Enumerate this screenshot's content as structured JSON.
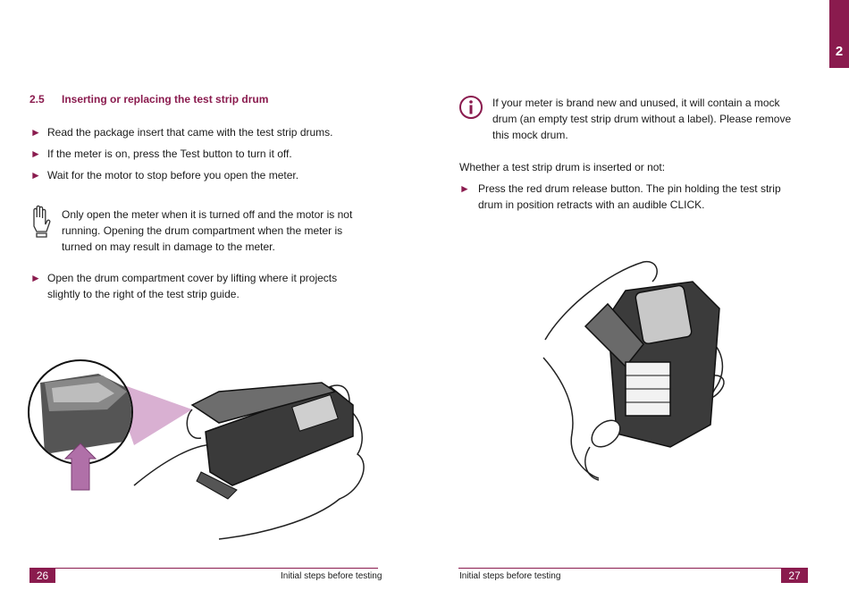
{
  "tab_number": "2",
  "left": {
    "section_number": "2.5",
    "section_title": "Inserting or replacing the test strip drum",
    "bullets": [
      "Read the package insert that came with the test strip drums.",
      "If the meter is on, press the Test button to turn it off.",
      "Wait for the motor to stop before you open the meter."
    ],
    "caution": [
      "Only open the meter when it is turned off and the motor is not",
      "running. Opening the drum compartment when the meter is",
      "turned on may result in damage to the meter."
    ],
    "bullet4": [
      "Open the drum compartment cover by lifting where it projects",
      "slightly to the right of the test strip guide."
    ],
    "page_number": "26",
    "footer": "Initial steps before testing"
  },
  "right": {
    "info": [
      "If your meter is brand new and unused, it will contain a mock",
      "drum (an empty test strip drum without a label). Please remove",
      "this mock drum."
    ],
    "intro": "Whether a test strip drum is inserted or not:",
    "bullet": [
      "Press the red drum release button. The pin holding the test strip",
      "drum in position retracts with an audible CLICK."
    ],
    "page_number": "27",
    "footer": "Initial steps before testing"
  },
  "colors": {
    "accent": "#8a1b4e",
    "highlight": "#d9b0d2",
    "arrow_fill": "#b070a8"
  }
}
